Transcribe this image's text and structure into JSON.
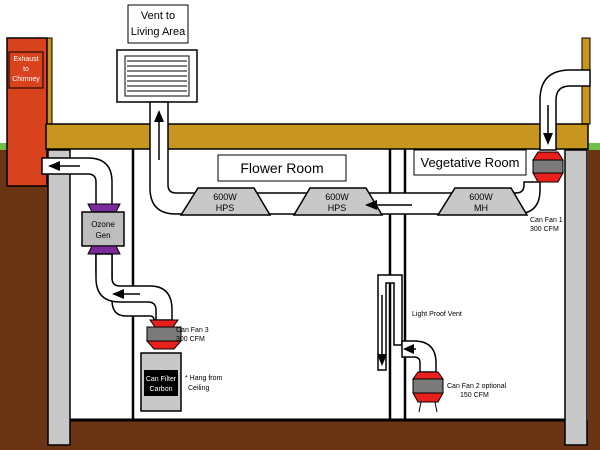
{
  "labels": {
    "vent_to_living": [
      "Vent to",
      "Living Area"
    ],
    "exhaust": [
      "Exhaust",
      "to",
      "Chimney"
    ],
    "flower_room": "Flower Room",
    "vegetative_room": "Vegetative Room",
    "light_1": [
      "600W",
      "HPS"
    ],
    "light_2": [
      "600W",
      "HPS"
    ],
    "light_3": [
      "600W",
      "MH"
    ],
    "can_fan_1": [
      "Can Fan 1",
      "300 CFM"
    ],
    "can_fan_2": [
      "Can Fan 2 optional",
      "150 CFM"
    ],
    "can_fan_3": [
      "Can Fan 3",
      "300 CFM"
    ],
    "ozone": [
      "Ozone",
      "Gen"
    ],
    "filter": [
      "Can Filter",
      "Carbon"
    ],
    "hang": [
      "* Hang from",
      "Ceiling"
    ],
    "light_proof_vent": "Light Proof Vent"
  },
  "colors": {
    "soil": "#6b3414",
    "grass": "#6fbf4a",
    "beam": "#c8951e",
    "wall": "#c8c8c8",
    "chimney": "#d8431e",
    "fan_red": "#e8201c",
    "fan_grey": "#7a7a7a",
    "ozone_purple": "#7a2a9a",
    "duct": "#ffffff"
  },
  "icons": [
    "arrow-icon",
    "fan-icon",
    "vent-grille-icon",
    "light-hood-icon"
  ]
}
